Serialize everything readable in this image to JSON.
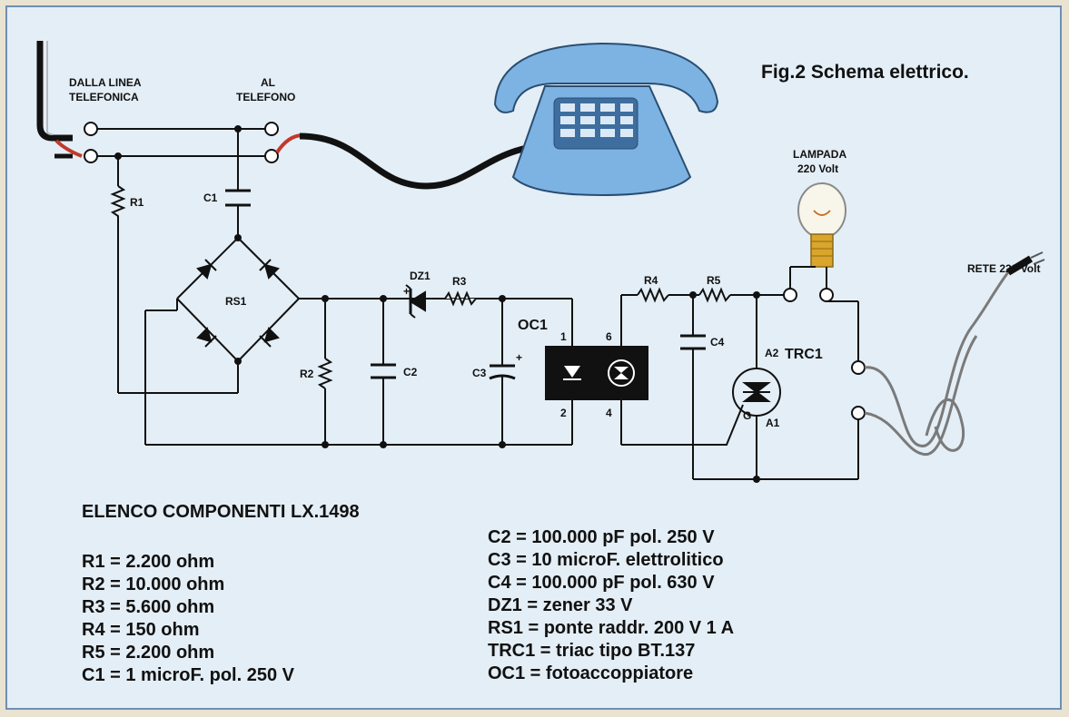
{
  "figure_title": "Fig.2 Schema elettrico.",
  "labels": {
    "line_in_1": "DALLA LINEA",
    "line_in_2": "TELEFONICA",
    "to_phone_1": "AL",
    "to_phone_2": "TELEFONO",
    "lamp_1": "LAMPADA",
    "lamp_2": "220 Volt",
    "mains": "RETE 220 Volt",
    "r1": "R1",
    "c1": "C1",
    "rs1": "RS1",
    "r2": "R2",
    "c2": "C2",
    "dz1": "DZ1",
    "r3": "R3",
    "c3": "C3",
    "oc1": "OC1",
    "pin1": "1",
    "pin2": "2",
    "pin6": "6",
    "pin4": "4",
    "r4": "R4",
    "r5": "R5",
    "c4": "C4",
    "trc1": "TRC1",
    "a2": "A2",
    "a1": "A1",
    "g": "G",
    "plus": "+"
  },
  "components": {
    "title": "ELENCO COMPONENTI LX.1498",
    "left": [
      "R1 = 2.200 ohm",
      "R2 = 10.000 ohm",
      "R3 = 5.600 ohm",
      "R4 = 150 ohm",
      "R5 = 2.200 ohm",
      "C1 = 1 microF. pol. 250 V"
    ],
    "right": [
      "C2 = 100.000 pF pol. 250 V",
      "C3 = 10 microF. elettrolitico",
      "C4 = 100.000 pF pol. 630 V",
      "DZ1 = zener 33 V",
      "RS1 = ponte raddr. 200 V 1 A",
      "TRC1 = triac tipo BT.137",
      "OC1 = fotoaccoppiatore"
    ]
  },
  "colors": {
    "phone": "#7db3e3",
    "wire": "#111111",
    "frame": "#6e8fb5",
    "background": "#e4eef6",
    "lamp_base": "#d9a52b"
  }
}
